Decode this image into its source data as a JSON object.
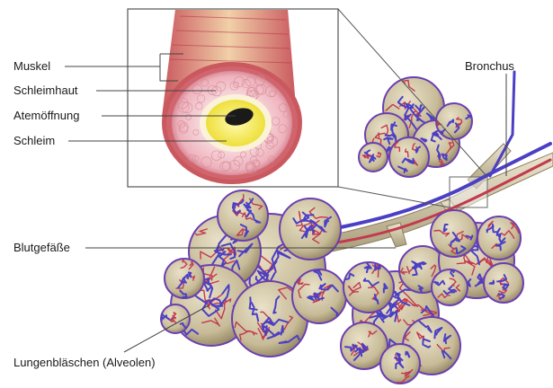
{
  "labels": {
    "muscle": "Muskel",
    "mucosa": "Schleimhaut",
    "airway": "Atemöffnung",
    "mucus": "Schleim",
    "bronchus": "Bronchus",
    "vessels": "Blutgefäße",
    "alveoli": "Lungenbläschen (Alveolen)"
  },
  "colors": {
    "artery": "#c23a4e",
    "vein": "#4b3fc4",
    "alveolus": "#cfc4a4",
    "mucosa": "#f2c0c8",
    "mucus": "#f3ec5e",
    "lumen": "#1a1a1a"
  }
}
